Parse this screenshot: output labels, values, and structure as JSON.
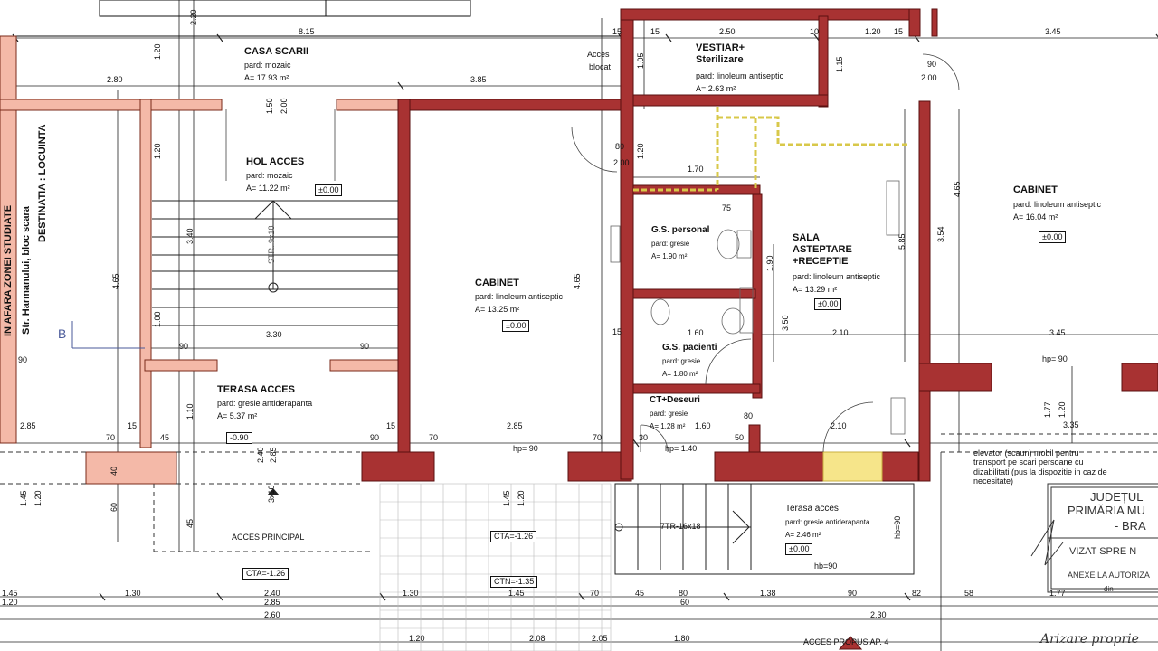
{
  "rooms": {
    "casa_scarii": {
      "name": "CASA SCARII",
      "finish": "pard: mozaic",
      "area": "A= 17.93 m²"
    },
    "hol_acces": {
      "name": "HOL ACCES",
      "finish": "pard: mozaic",
      "area": "A= 11.22 m²",
      "level": "±0.00"
    },
    "terasa_acces": {
      "name": "TERASA ACCES",
      "finish": "pard: gresie antiderapanta",
      "area": "A= 5.37 m²",
      "level": "-0.90"
    },
    "cabinet_center": {
      "name": "CABINET",
      "finish": "pard: linoleum antiseptic",
      "area": "A= 13.25 m²",
      "level": "±0.00"
    },
    "vestiar": {
      "name_line1": "VESTIAR+",
      "name_line2": "Sterilizare",
      "finish": "pard: linoleum antiseptic",
      "area": "A= 2.63 m²"
    },
    "gs_personal": {
      "name": "G.S. personal",
      "finish": "pard: gresie",
      "area": "A= 1.90 m²"
    },
    "gs_pacienti": {
      "name": "G.S. pacienti",
      "finish": "pard: gresie",
      "area": "A= 1.80 m²"
    },
    "ct_deseuri": {
      "name": "CT+Deseuri",
      "finish": "pard: gresie",
      "area": "A= 1.28 m²"
    },
    "sala": {
      "name_line1": "SALA",
      "name_line2": "ASTEPTARE",
      "name_line3": "+RECEPTIE",
      "finish": "pard: linoleum antiseptic",
      "area": "A= 13.29 m²",
      "level": "±0.00"
    },
    "cabinet_right": {
      "name": "CABINET",
      "finish": "pard: linoleum antiseptic",
      "area": "A= 16.04 m²",
      "level": "±0.00"
    },
    "terasa_right": {
      "name": "Terasa acces",
      "finish": "pard: gresie antiderapanta",
      "area": "A= 2.46 m²",
      "level": "±0.00"
    }
  },
  "side_text": {
    "line1": "IN AFARA ZONEI STUDIATE",
    "line2": "Str. Harmanului,     bloc        scara",
    "line3": "DESTINATIA : LOCUINTA"
  },
  "labels": {
    "acces_blocat_1": "Acces",
    "acces_blocat_2": "blocat",
    "acces_principal": "ACCES PRINCIPAL",
    "acces_propus": "ACCES PROPUS AP. 4",
    "section_b": "B",
    "stairs_left": "STR. 9x18",
    "stairs_bottom": "7TR-16x18",
    "stairs_small": "3x16",
    "cta_left": "CTA=-1.26",
    "cta_mid": "CTA=-1.26",
    "ctn_mid": "CTN=-1.35",
    "hp_mid": "hp= 90",
    "hp_right": "hp= 90",
    "hp_dup": "hp= 1.40",
    "hb": "hb=90",
    "hb_vert": "hb=90",
    "elevator_note": "elevator (scaun) mobil pentru transport pe scari persoane cu dizabilitati (pus la dispozitie in caz de necesitate)"
  },
  "stamp": {
    "line1": "JUDEȚUL",
    "line2": "PRIMĂRIA MU",
    "line3": "- BRA",
    "line4": "VIZAT SPRE N",
    "line5": "ANEXE LA AUTORIZA",
    "line6": "din",
    "handwriting": "Arizare  proprie"
  },
  "dims": {
    "d_815": "8.15",
    "d_280": "2.80",
    "d_385": "3.85",
    "d_250": "2.50",
    "d_120a": "1.20",
    "d_345a": "3.45",
    "d_10": "10",
    "d_15a": "15",
    "d_15b": "15",
    "d_15c": "15",
    "d_15d": "15",
    "d_15e": "15",
    "d_15f": "15",
    "d_90a": "90",
    "d_90b": "90",
    "d_90c": "90",
    "d_200a": "2.00",
    "d_200b": "2.00",
    "d_80": "80",
    "d_170": "1.70",
    "d_75": "75",
    "d_160a": "1.60",
    "d_160b": "1.60",
    "d_210a": "2.10",
    "d_210b": "2.10",
    "d_345b": "3.45",
    "d_330": "3.30",
    "d_90d": "90",
    "d_90e": "90",
    "d_285a": "2.85",
    "d_285b": "2.85",
    "d_70a": "70",
    "d_45a": "45",
    "d_70b": "70",
    "d_70c": "70",
    "d_30": "30",
    "d_50": "50",
    "d_80b": "80",
    "d_335": "3.35",
    "v_465a": "4.65",
    "v_465b": "4.65",
    "v_465c": "4.65",
    "v_585": "5.85",
    "v_354": "3.54",
    "v_350": "3.50",
    "v_190": "1.90",
    "v_120a": "1.20",
    "v_120b": "1.20",
    "v_120c": "1.20",
    "v_105": "1.05",
    "v_115": "1.15",
    "v_150": "1.50",
    "v_200": "2.00",
    "v_340": "3.40",
    "v_100": "1.00",
    "v_110": "1.10",
    "v_240": "2.40",
    "v_285": "2.85",
    "v_145a": "1.45",
    "v_120d": "1.20",
    "v_145b": "1.45",
    "v_120e": "1.20",
    "v_177": "1.77",
    "v_120f": "1.20",
    "v_220": "2.20",
    "v_60": "60",
    "v_45": "45",
    "v_40": "40",
    "b_145": "1.45",
    "b_120": "1.20",
    "b_130": "1.30",
    "b_240": "2.40",
    "b_285": "2.85",
    "b_260": "2.60",
    "b_130b": "1.30",
    "b_120b": "1.20",
    "b_145b": "1.45",
    "b_208": "2.08",
    "b_205": "2.05",
    "b_70": "70",
    "b_45": "45",
    "b_80": "80",
    "b_60": "60",
    "b_138": "1.38",
    "b_90": "90",
    "b_82": "82",
    "b_58": "58",
    "b_180": "1.80",
    "b_230": "2.30",
    "b_177": "1.77"
  }
}
